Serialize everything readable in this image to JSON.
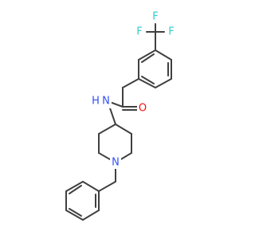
{
  "molecule": {
    "atoms": {
      "F1": {
        "symbol": "F",
        "color": "#33cccc"
      },
      "F2": {
        "symbol": "F",
        "color": "#33cccc"
      },
      "F3": {
        "symbol": "F",
        "color": "#33cccc"
      },
      "O": {
        "symbol": "O",
        "color": "#ff0d0d"
      },
      "NH": {
        "symbol": "N",
        "hydrogen": "H",
        "color": "#3050f8"
      },
      "N": {
        "symbol": "N",
        "color": "#3050f8"
      }
    },
    "bond_color": "#404040"
  }
}
